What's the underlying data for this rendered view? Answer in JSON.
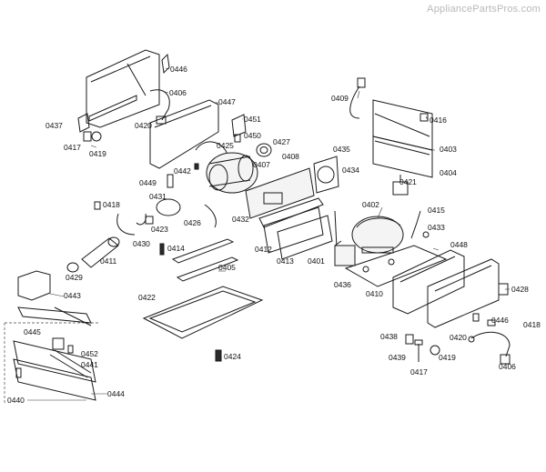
{
  "watermark": "AppliancePartsPros.com",
  "callouts": [
    "0446",
    "0406",
    "0447",
    "0437",
    "0420",
    "0417",
    "0419",
    "0451",
    "0450",
    "0425",
    "0427",
    "0442",
    "0407",
    "0408",
    "0435",
    "0434",
    "0409",
    "0416",
    "0403",
    "0404",
    "0449",
    "0431",
    "0418",
    "0423",
    "0426",
    "0432",
    "0430",
    "0414",
    "0421",
    "0415",
    "0402",
    "0433",
    "0412",
    "0413",
    "0401",
    "0448",
    "0411",
    "0429",
    "0405",
    "0436",
    "0410",
    "0428",
    "0443",
    "0422",
    "0445",
    "0452",
    "0441",
    "0444",
    "0440",
    "0424",
    "0438",
    "0439",
    "0420",
    "0419",
    "0417",
    "0446",
    "0418",
    "0406"
  ]
}
